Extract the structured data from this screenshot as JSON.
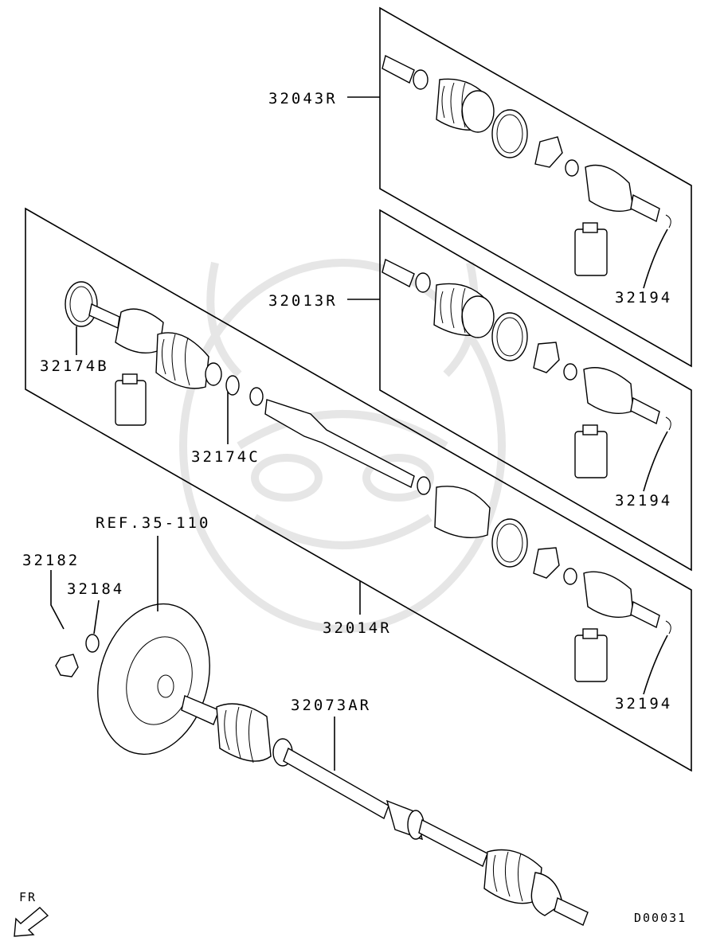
{
  "labels": {
    "p32043R": "32043R",
    "p32013R": "32013R",
    "p32194a": "32194",
    "p32194b": "32194",
    "p32194c": "32194",
    "p32174B": "32174B",
    "p32174C": "32174C",
    "ref": "REF.35-110",
    "p32182": "32182",
    "p32184": "32184",
    "p32014R": "32014R",
    "p32073AR": "32073AR",
    "fr": "FR",
    "diagram_id": "D00031"
  },
  "icons": {
    "front": "arrow-down-left-icon"
  }
}
